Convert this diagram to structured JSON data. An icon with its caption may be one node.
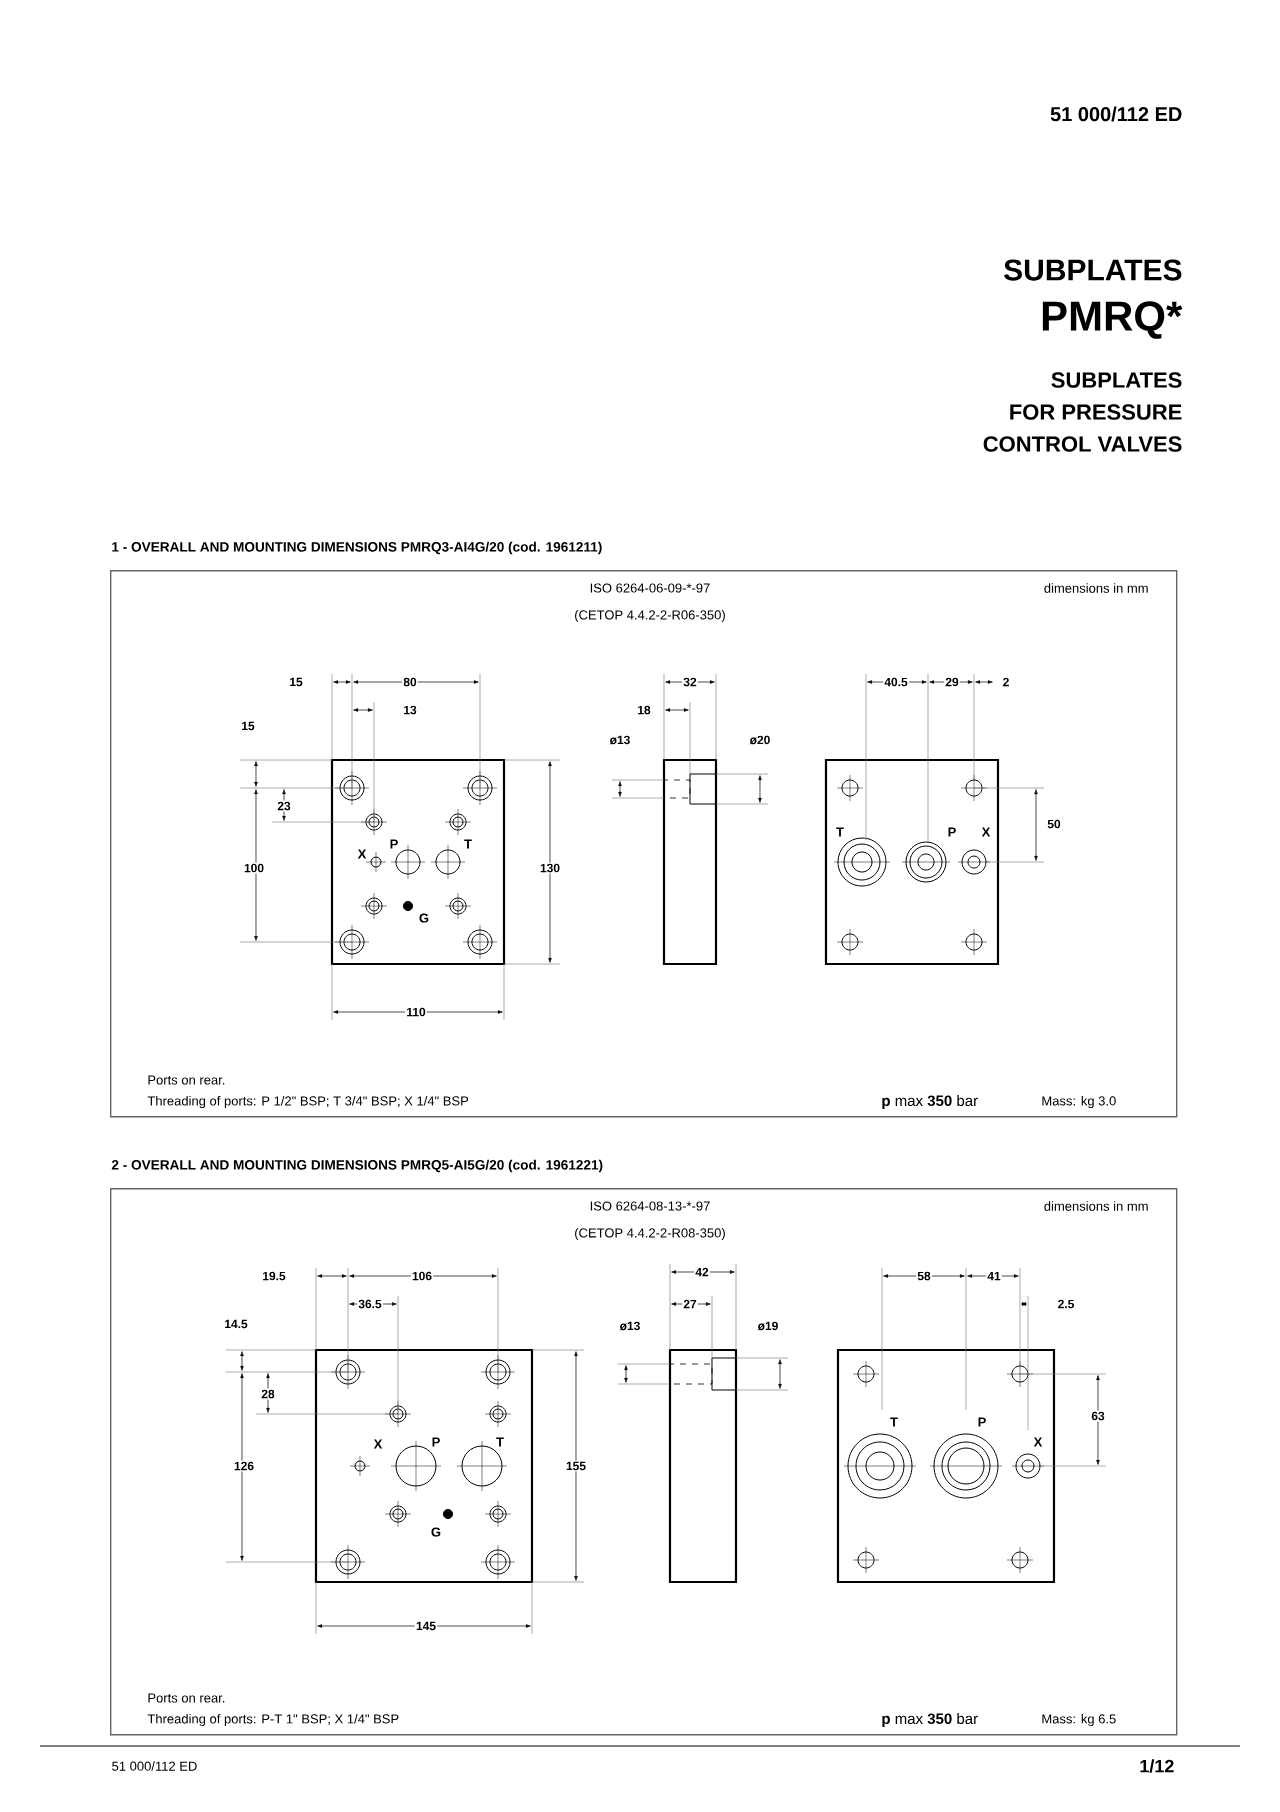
{
  "diagram": {
    "title": "SUBPLATES",
    "nodes": [
      {
        "text": [
          "1 - OVERALL AND MOUNTING DIMENSIONS  PMRQ3-AI4G/20 (cod. 1961211)",
          "ISO 6264-06-09-*-97",
          "(CETOP 4.4.2-2-R06-350)",
          "dimensions in mm",
          "Ports on rear.",
          "Threading of ports: P 1/2\" BSP; T 3/4\" BSP; X 1/4\" BSP",
          "**p** max **350** bar",
          "Mass: kg  3.0"
        ]
      },
      {
        "text": [
          "2 - OVERALL AND MOUNTING DIMENSIONS  PMRQ5-AI5G/20 (cod. 1961221)",
          "ISO 6264-08-13-*-97",
          "(CETOP 4.4.2-2-R08-350)",
          "dimensions in mm",
          "Ports on rear.",
          "Threading of ports: P-T 1\" BSP; X 1/4\" BSP",
          "**p** max **350** bar",
          "Mass: kg 6.5"
        ]
      }
    ],
    "labels": [
      "51 000/112 ED",
      "PMRQ*",
      "SUBPLATES",
      "FOR PRESSURE",
      "CONTROL VALVES",
      "15",
      "80",
      "32",
      "40.5",
      "29",
      "2",
      "13",
      "18",
      "15",
      "ø13",
      "ø20",
      "23",
      "50",
      "T",
      "P",
      "X",
      "X",
      "P",
      "T",
      "100",
      "130",
      "G",
      "110",
      "19.5",
      "106",
      "42",
      "58",
      "41",
      "36.5",
      "27",
      "2.5",
      "14.5",
      "ø13",
      "ø19",
      "28",
      "63",
      "T",
      "P",
      "X",
      "P",
      "T",
      "X",
      "126",
      "155",
      "G",
      "145",
      "51 000/112 ED",
      "1/12"
    ]
  }
}
